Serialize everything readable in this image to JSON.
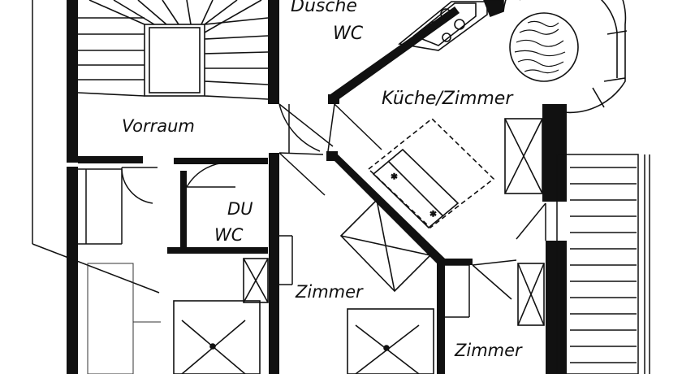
{
  "rooms": {
    "dusche_wc_line1": "Dusche",
    "dusche_wc_line2": "WC",
    "kueche_zimmer": "Küche/Zimmer",
    "vorraum": "Vorraum",
    "du_wc_line1": "DU",
    "du_wc_line2": "WC",
    "zimmer_center": "Zimmer",
    "zimmer_right": "Zimmer"
  },
  "colors": {
    "ink": "#111111",
    "background": "#ffffff"
  }
}
